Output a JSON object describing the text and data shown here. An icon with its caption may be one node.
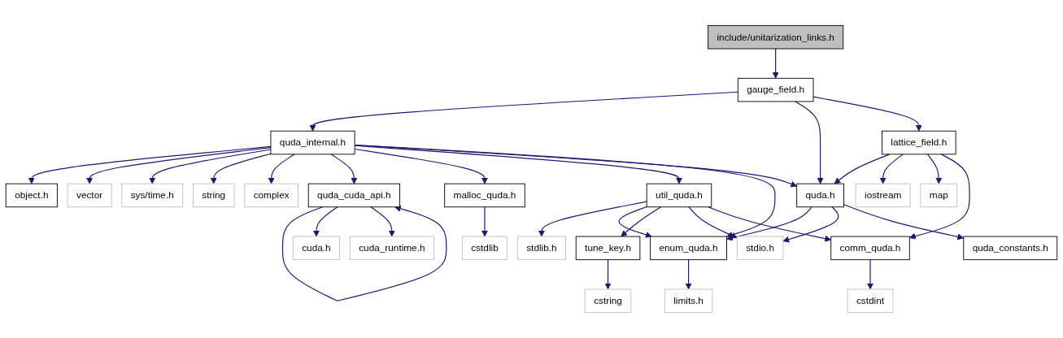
{
  "diagram": {
    "nodes": [
      {
        "text": [
          "include/unitarization_links.h"
        ]
      },
      {
        "text": [
          "gauge_field.h"
        ]
      },
      {
        "text": [
          "quda_internal.h"
        ]
      },
      {
        "text": [
          "lattice_field.h"
        ]
      },
      {
        "text": [
          "object.h"
        ]
      },
      {
        "text": [
          "vector"
        ]
      },
      {
        "text": [
          "sys/time.h"
        ]
      },
      {
        "text": [
          "string"
        ]
      },
      {
        "text": [
          "complex"
        ]
      },
      {
        "text": [
          "quda_cuda_api.h"
        ]
      },
      {
        "text": [
          "malloc_quda.h"
        ]
      },
      {
        "text": [
          "util_quda.h"
        ]
      },
      {
        "text": [
          "quda.h"
        ]
      },
      {
        "text": [
          "iostream"
        ]
      },
      {
        "text": [
          "map"
        ]
      },
      {
        "text": [
          "cuda.h"
        ]
      },
      {
        "text": [
          "cuda_runtime.h"
        ]
      },
      {
        "text": [
          "cstdlib"
        ]
      },
      {
        "text": [
          "stdlib.h"
        ]
      },
      {
        "text": [
          "enum_quda.h"
        ]
      },
      {
        "text": [
          "tune_key.h"
        ]
      },
      {
        "text": [
          "stdio.h"
        ]
      },
      {
        "text": [
          "quda_constants.h"
        ]
      },
      {
        "text": [
          "comm_quda.h"
        ]
      },
      {
        "text": [
          "limits.h"
        ]
      },
      {
        "text": [
          "cstring"
        ]
      },
      {
        "text": [
          "cstdint"
        ]
      }
    ],
    "edges": [
      {
        "from": 0,
        "to": 1,
        "arrow": "to"
      },
      {
        "from": 1,
        "to": 2,
        "arrow": "to"
      },
      {
        "from": 1,
        "to": 12,
        "arrow": "to"
      },
      {
        "from": 1,
        "to": 3,
        "arrow": "to"
      },
      {
        "from": 2,
        "to": 4,
        "arrow": "to"
      },
      {
        "from": 2,
        "to": 5,
        "arrow": "to"
      },
      {
        "from": 2,
        "to": 6,
        "arrow": "to"
      },
      {
        "from": 2,
        "to": 7,
        "arrow": "to"
      },
      {
        "from": 2,
        "to": 8,
        "arrow": "to"
      },
      {
        "from": 2,
        "to": 9,
        "arrow": "to"
      },
      {
        "from": 2,
        "to": 10,
        "arrow": "to"
      },
      {
        "from": 2,
        "to": 11,
        "arrow": "to"
      },
      {
        "from": 2,
        "to": 12,
        "arrow": "to"
      },
      {
        "from": 2,
        "to": 19,
        "arrow": "to"
      },
      {
        "from": 9,
        "to": 9,
        "arrow": "to"
      },
      {
        "from": 9,
        "to": 15,
        "arrow": "to"
      },
      {
        "from": 9,
        "to": 16,
        "arrow": "to"
      },
      {
        "from": 10,
        "to": 17,
        "arrow": "to"
      },
      {
        "from": 3,
        "to": 12,
        "arrow": "to"
      },
      {
        "from": 3,
        "to": 13,
        "arrow": "to"
      },
      {
        "from": 3,
        "to": 14,
        "arrow": "to"
      },
      {
        "from": 3,
        "to": 23,
        "arrow": "to"
      },
      {
        "from": 11,
        "to": 18,
        "arrow": "to"
      },
      {
        "from": 11,
        "to": 19,
        "arrow": "to"
      },
      {
        "from": 11,
        "to": 20,
        "arrow": "to"
      },
      {
        "from": 11,
        "to": 21,
        "arrow": "to"
      },
      {
        "from": 11,
        "to": 23,
        "arrow": "to"
      },
      {
        "from": 12,
        "to": 19,
        "arrow": "to"
      },
      {
        "from": 12,
        "to": 21,
        "arrow": "to"
      },
      {
        "from": 12,
        "to": 22,
        "arrow": "to"
      },
      {
        "from": 19,
        "to": 24,
        "arrow": "to"
      },
      {
        "from": 20,
        "to": 25,
        "arrow": "to"
      },
      {
        "from": 23,
        "to": 26,
        "arrow": "to"
      }
    ]
  }
}
